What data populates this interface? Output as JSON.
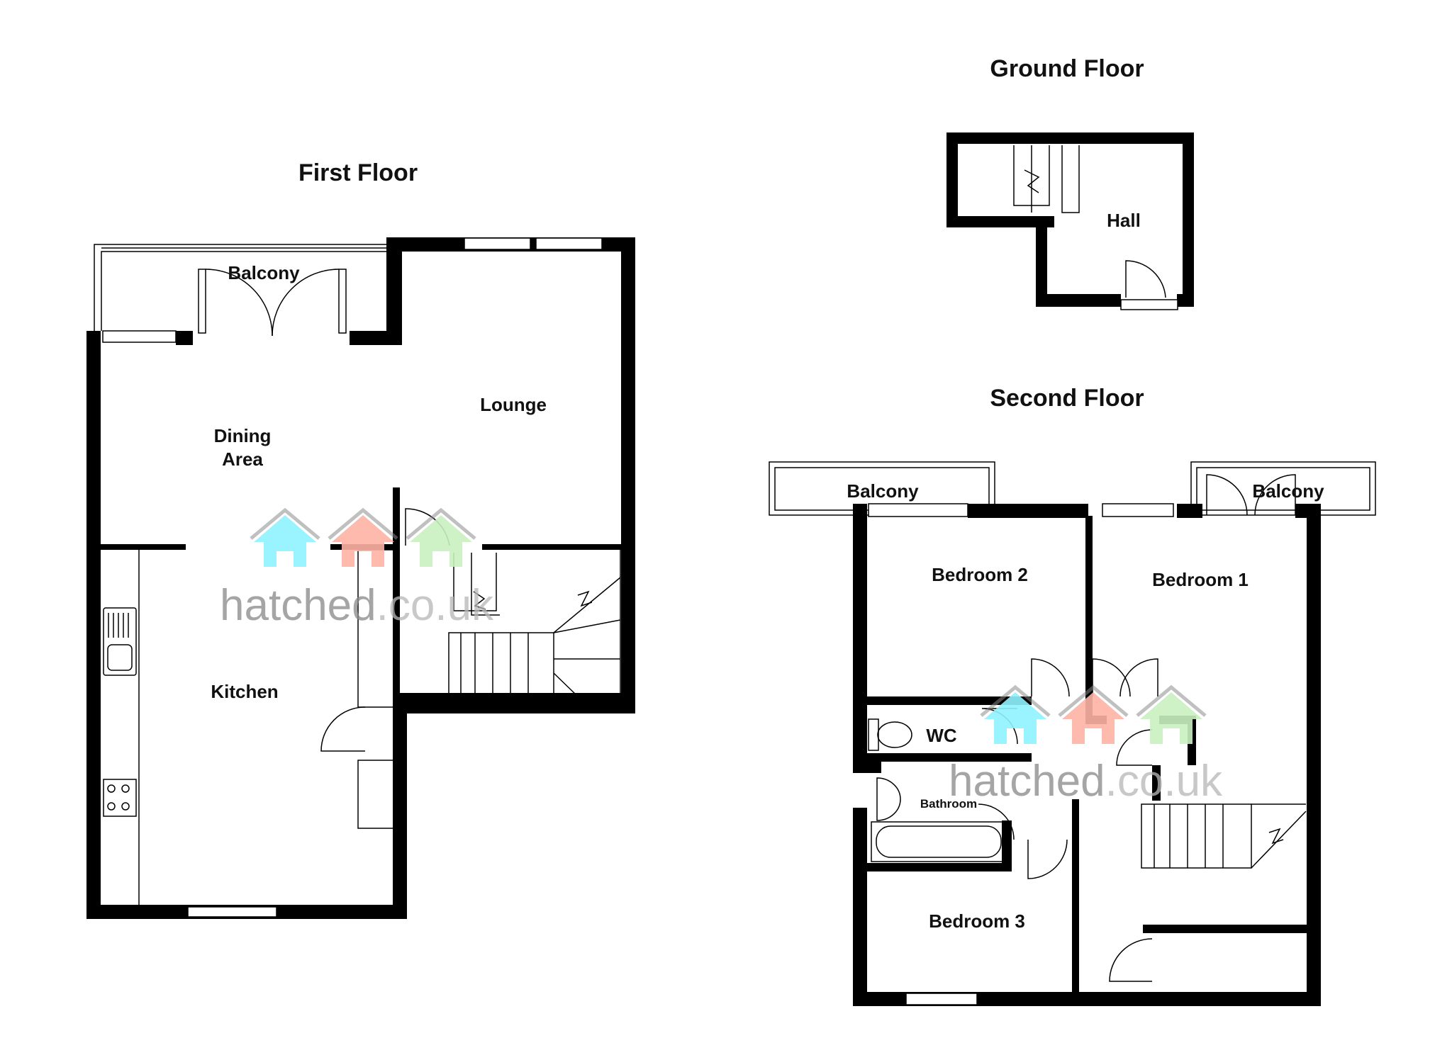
{
  "floors": {
    "ground": {
      "title": "Ground Floor",
      "rooms": {
        "hall": "Hall"
      }
    },
    "first": {
      "title": "First Floor",
      "rooms": {
        "balcony": "Balcony",
        "dining_line1": "Dining",
        "dining_line2": "Area",
        "lounge": "Lounge",
        "kitchen": "Kitchen"
      }
    },
    "second": {
      "title": "Second Floor",
      "rooms": {
        "balcony_left": "Balcony",
        "balcony_right": "Balcony",
        "bedroom1": "Bedroom 1",
        "bedroom2": "Bedroom 2",
        "bedroom3": "Bedroom 3",
        "wc": "WC",
        "bathroom": "Bathroom"
      }
    }
  },
  "watermark": {
    "brand": "hatched",
    "domain": ".co.uk"
  },
  "colors": {
    "wall": "#000000",
    "house_blue": "#8ff3ff",
    "house_red": "#ffb3a6",
    "house_green": "#c9f0c0",
    "watermark_text": "#8a8a8a"
  }
}
